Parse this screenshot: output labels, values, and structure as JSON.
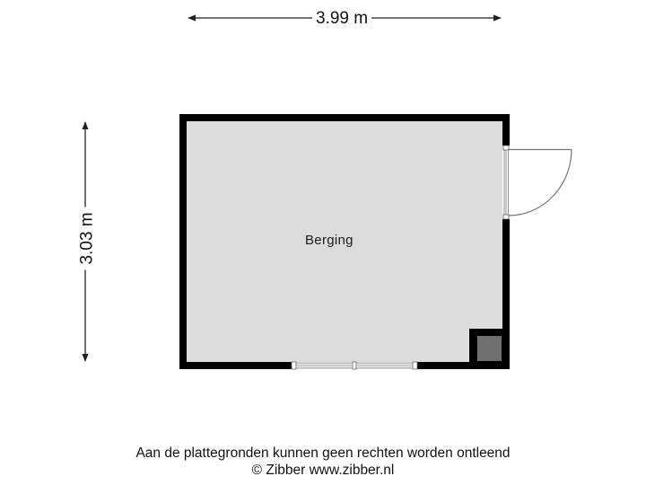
{
  "dimensions": {
    "width_label": "3.99 m",
    "height_label": "3.03 m"
  },
  "rooms": [
    {
      "name": "Berging"
    }
  ],
  "elements": {
    "door": "door-swing-right-wall",
    "window": "double-window-bottom-wall",
    "shaft": "shaft-bottom-right"
  },
  "colors": {
    "wall": "#000000",
    "floor": "#dcdcdc",
    "shaft": "#707070",
    "dimension_line": "#222222"
  },
  "footer": {
    "disclaimer": "Aan de plattegronden kunnen geen rechten worden ontleend",
    "copyright": "© Zibber www.zibber.nl"
  }
}
